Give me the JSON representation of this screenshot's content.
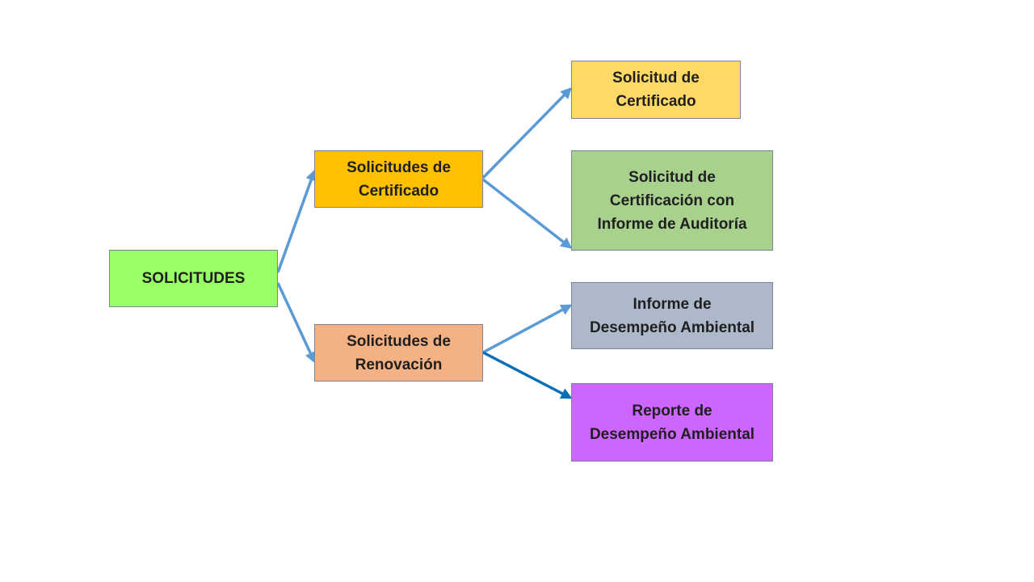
{
  "colors": {
    "root": "#99ff66",
    "certificado": "#ffc000",
    "renovacion": "#f4b183",
    "solicitud_certificado": "#ffd966",
    "auditoria": "#a9d18e",
    "informe": "#adb9ca",
    "reporte": "#cc66ff",
    "edge_light": "#5b9bd5",
    "edge_dark": "#0a6fb8"
  },
  "nodes": {
    "root": "SOLICITUDES",
    "certificado": "Solicitudes de\nCertificado",
    "renovacion": "Solicitudes de\nRenovación",
    "solicitud_certificado": "Solicitud de\nCertificado",
    "auditoria": "Solicitud de\nCertificación con\nInforme de Auditoría",
    "informe": "Informe de\nDesempeño Ambiental",
    "reporte": "Reporte de\nDesempeño Ambiental"
  },
  "edges": [
    {
      "from": "root",
      "to": "certificado",
      "style": "light"
    },
    {
      "from": "root",
      "to": "renovacion",
      "style": "light"
    },
    {
      "from": "certificado",
      "to": "solicitud_certificado",
      "style": "light"
    },
    {
      "from": "certificado",
      "to": "auditoria",
      "style": "light"
    },
    {
      "from": "renovacion",
      "to": "informe",
      "style": "light"
    },
    {
      "from": "renovacion",
      "to": "reporte",
      "style": "dark"
    }
  ]
}
